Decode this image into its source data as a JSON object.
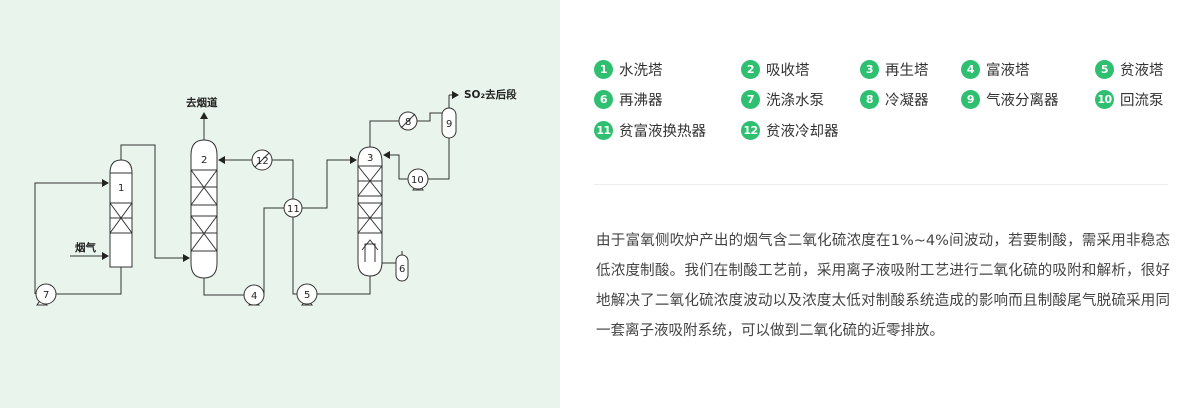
{
  "diagram": {
    "exhaust_label": "去烟道",
    "so2_label": "SO₂去后段",
    "flue_gas_label": "烟气",
    "node_labels": [
      "1",
      "2",
      "3",
      "4",
      "5",
      "6",
      "7",
      "8",
      "9",
      "10",
      "11",
      "12"
    ]
  },
  "legend": [
    {
      "num": "1",
      "label": "水洗塔"
    },
    {
      "num": "2",
      "label": "吸收塔"
    },
    {
      "num": "3",
      "label": "再生塔"
    },
    {
      "num": "4",
      "label": "富液塔"
    },
    {
      "num": "5",
      "label": "贫液塔"
    },
    {
      "num": "6",
      "label": "再沸器"
    },
    {
      "num": "7",
      "label": "洗涤水泵"
    },
    {
      "num": "8",
      "label": "冷凝器"
    },
    {
      "num": "9",
      "label": "气液分离器"
    },
    {
      "num": "10",
      "label": "回流泵"
    },
    {
      "num": "11",
      "label": "贫富液换热器"
    },
    {
      "num": "12",
      "label": "贫液冷却器"
    }
  ],
  "description": "由于富氧侧吹炉产出的烟气含二氧化硫浓度在1%~4%间波动，若要制酸，需采用非稳态低浓度制酸。我们在制酸工艺前，采用离子液吸附工艺进行二氧化硫的吸附和解析，很好地解决了二氧化硫浓度波动以及浓度太低对制酸系统造成的影响而且制酸尾气脱硫采用同一套离子液吸附系统，可以做到二氧化硫的近零排放。",
  "colors": {
    "left_bg": "#e9f5ec",
    "accent": "#2fbf71",
    "line": "#333333"
  }
}
